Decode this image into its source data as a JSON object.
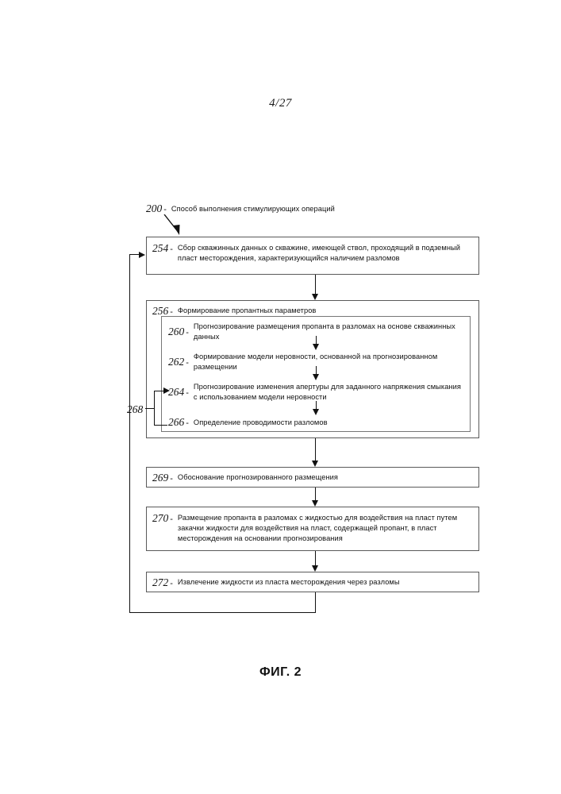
{
  "page": {
    "sheet_number": "4/27",
    "figure_caption": "ФИГ. 2"
  },
  "diagram": {
    "title_ref": "200",
    "dash": "-",
    "title_text": "Способ выполнения стимулирующих операций",
    "steps": {
      "s254": {
        "ref": "254",
        "text": "Сбор скважинных данных о скважине, имеющей ствол, проходящий в подземный пласт месторождения, характеризующийся наличием разломов"
      },
      "s256": {
        "ref": "256",
        "text": "Формирование пропантных параметров"
      },
      "s260": {
        "ref": "260",
        "text": "Прогнозирование размещения пропанта в разломах на основе скважинных данных"
      },
      "s262": {
        "ref": "262",
        "text": "Формирование модели неровности, основанной на прогнозированном размещении"
      },
      "s264": {
        "ref": "264",
        "text": "Прогнозирование изменения апертуры для заданного напряжения смыкания с использованием модели неровности"
      },
      "s266": {
        "ref": "266",
        "text": "Определение проводимости разломов"
      },
      "s268": {
        "ref": "268"
      },
      "s269": {
        "ref": "269",
        "text": "Обоснование прогнозированного размещения"
      },
      "s270": {
        "ref": "270",
        "text": "Размещение пропанта в разломах с жидкостью для воздействия на пласт путем закачки жидкости для воздействия на пласт, содержащей пропант, в пласт месторождения на основании прогнозирования"
      },
      "s272": {
        "ref": "272",
        "text": "Извлечение жидкости из пласта месторождения через разломы"
      }
    }
  },
  "colors": {
    "line": "#111111",
    "box_border": "#5a5a5a",
    "background": "#ffffff"
  }
}
